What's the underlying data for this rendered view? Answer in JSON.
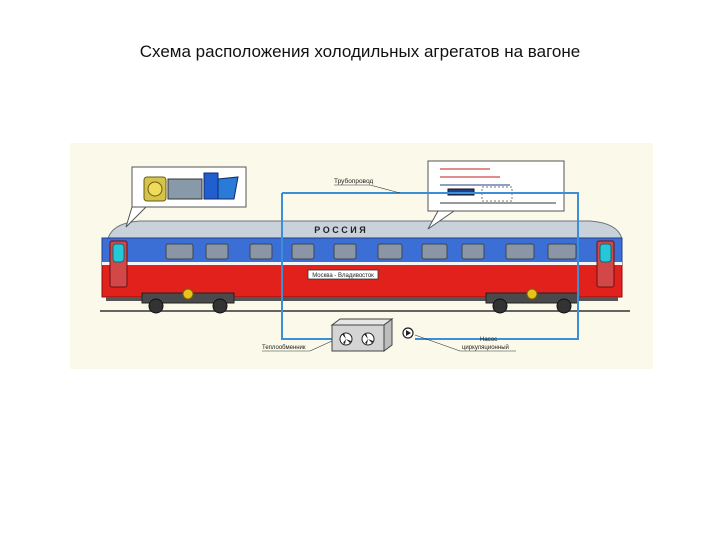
{
  "page": {
    "title": "Схема расположения холодильных агрегатов на вагоне"
  },
  "diagram": {
    "car_lettering": "Р О С С И Я",
    "route_plate": "Москва - Владивосток",
    "labels": {
      "pipeline": "Трубопровод",
      "heat_exchanger": "Теплообменник",
      "pump": "Насос",
      "pump_sub": "циркуляционный"
    },
    "colors": {
      "panel": "#fbf9e9",
      "body_blue": "#3b6fd6",
      "body_red": "#e2201c",
      "roof": "#c9d2da",
      "pipe": "#3a8fd8",
      "window": "#8a96a6"
    }
  }
}
